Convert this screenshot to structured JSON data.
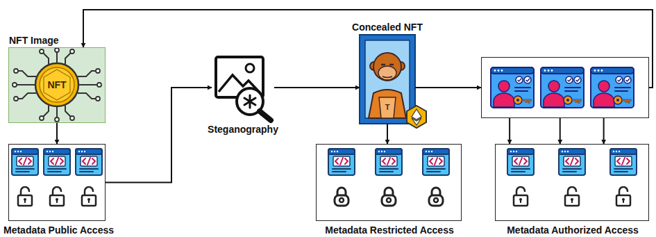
{
  "diagram": {
    "nodes": [
      {
        "text": [
          "NFT Image"
        ]
      },
      {
        "text": [
          "Metadata Public Access"
        ]
      },
      {
        "text": [
          "Steganography"
        ]
      },
      {
        "text": [
          "Concealed NFT"
        ]
      },
      {
        "text": [
          "Metadata Restricted Access"
        ]
      },
      {
        "text": []
      },
      {
        "text": [
          "Metadata Authorized Access"
        ]
      }
    ],
    "edges": [
      {
        "from": 0,
        "to": 1,
        "arrow": "to"
      },
      {
        "from": 1,
        "to": 2,
        "arrow": "to"
      },
      {
        "from": 2,
        "to": 3,
        "arrow": "to"
      },
      {
        "from": 3,
        "to": 4,
        "arrow": "to"
      },
      {
        "from": 3,
        "to": 5,
        "arrow": "to"
      },
      {
        "from": 5,
        "to": 6,
        "arrow": "to"
      },
      {
        "from": 5,
        "to": 6,
        "arrow": "to"
      },
      {
        "from": 5,
        "to": 6,
        "arrow": "to"
      },
      {
        "from": 5,
        "to": 0,
        "arrow": "to"
      }
    ],
    "labels": [
      "NFT",
      "T"
    ]
  }
}
